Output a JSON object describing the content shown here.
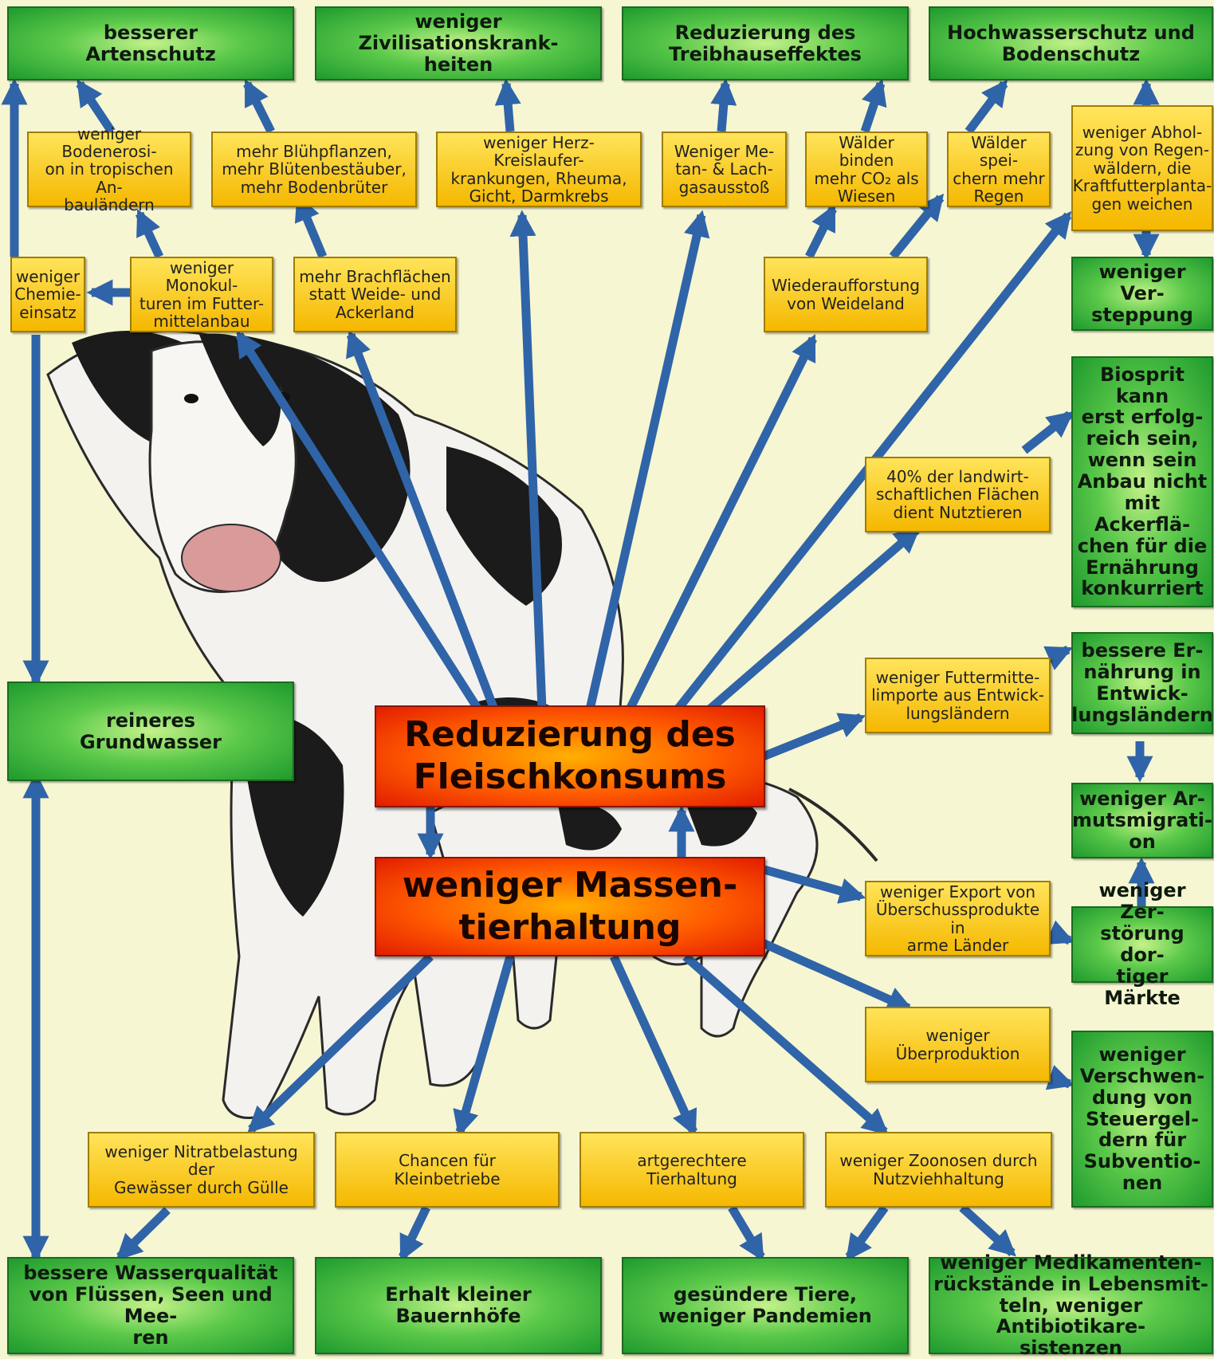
{
  "center": {
    "main": "Reduzierung des\nFleischkonsums",
    "sub": "weniger Massen-\ntierhaltung"
  },
  "green": {
    "artenschutz": "besserer\nArtenschutz",
    "zivilisation": "weniger Zivilisationskrank-\nheiten",
    "treibhaus": "Reduzierung des\nTreibhauseffektes",
    "hochwasser": "Hochwasserschutz und\nBodenschutz",
    "versteppung": "weniger Ver-\nsteppung",
    "biosprit": "Biosprit kann\nerst erfolg-\nreich sein,\nwenn sein\nAnbau nicht\nmit Ackerflä-\nchen für die\nErnährung\nkonkurriert",
    "ernaehrung": "bessere Er-\nnährung in\nEntwick-\nlungsländern",
    "armut": "weniger Ar-\nmutsmigrati-\non",
    "maerkte": "weniger Zer-\nstörung dor-\ntiger Märkte",
    "steuergelder": "weniger\nVerschwen-\ndung von\nSteuergel-\ndern für\nSubventio-\nnen",
    "grundwasser": "reineres\nGrundwasser",
    "wasserqualitaet": "bessere Wasserqualität\nvon Flüssen, Seen und Mee-\nren",
    "bauernhoefe": "Erhalt kleiner\nBauernhöfe",
    "tiere": "gesündere Tiere,\nweniger Pandemien",
    "medikamente": "weniger Medikamenten-\nrückstände in Lebensmit-\nteln, weniger Antibiotikare-\nsistenzen"
  },
  "yellow": {
    "bodenerosion": "weniger Bodenerosi-\non in tropischen An-\nbauländern",
    "bluehpflanzen": "mehr Blühpflanzen,\nmehr Blütenbestäuber,\nmehr Bodenbrüter",
    "herz": "weniger Herz-Kreislaufer-\nkrankungen, Rheuma,\nGicht, Darmkrebs",
    "methan": "Weniger Me-\ntan- & Lach-\ngasausstoß",
    "waelder_co2": "Wälder binden\nmehr CO₂ als\nWiesen",
    "waelder_regen": "Wälder spei-\nchern mehr\nRegen",
    "abholzung": "weniger Abhol-\nzung von Regen-\nwäldern, die\nKraftfutterplanta-\ngen weichen",
    "chemie": "weniger\nChemie-\neinsatz",
    "monokulturen": "weniger Monokul-\nturen im Futter-\nmittelanbau",
    "brachflaechen": "mehr Brachflächen\nstatt Weide- und\nAckerland",
    "wiederaufforstung": "Wiederaufforstung\nvon Weideland",
    "flaechen40": "40% der landwirt-\nschaftlichen Flächen\ndient Nutztieren",
    "futtermittel": "weniger Futtermitte-\nlimporte aus Entwick-\nlungsländern",
    "export": "weniger Export von\nÜberschussprodukte in\narme Länder",
    "ueberproduktion": "weniger\nÜberproduktion",
    "nitrat": "weniger Nitratbelastung der\nGewässer durch Gülle",
    "kleinbetriebe": "Chancen für\nKleinbetriebe",
    "tierhaltung": "artgerechtere\nTierhaltung",
    "zoonosen": "weniger Zoonosen durch\nNutzviehhaltung"
  },
  "colors": {
    "arrow": "#2f64a8",
    "background": "#f7f6d2"
  }
}
